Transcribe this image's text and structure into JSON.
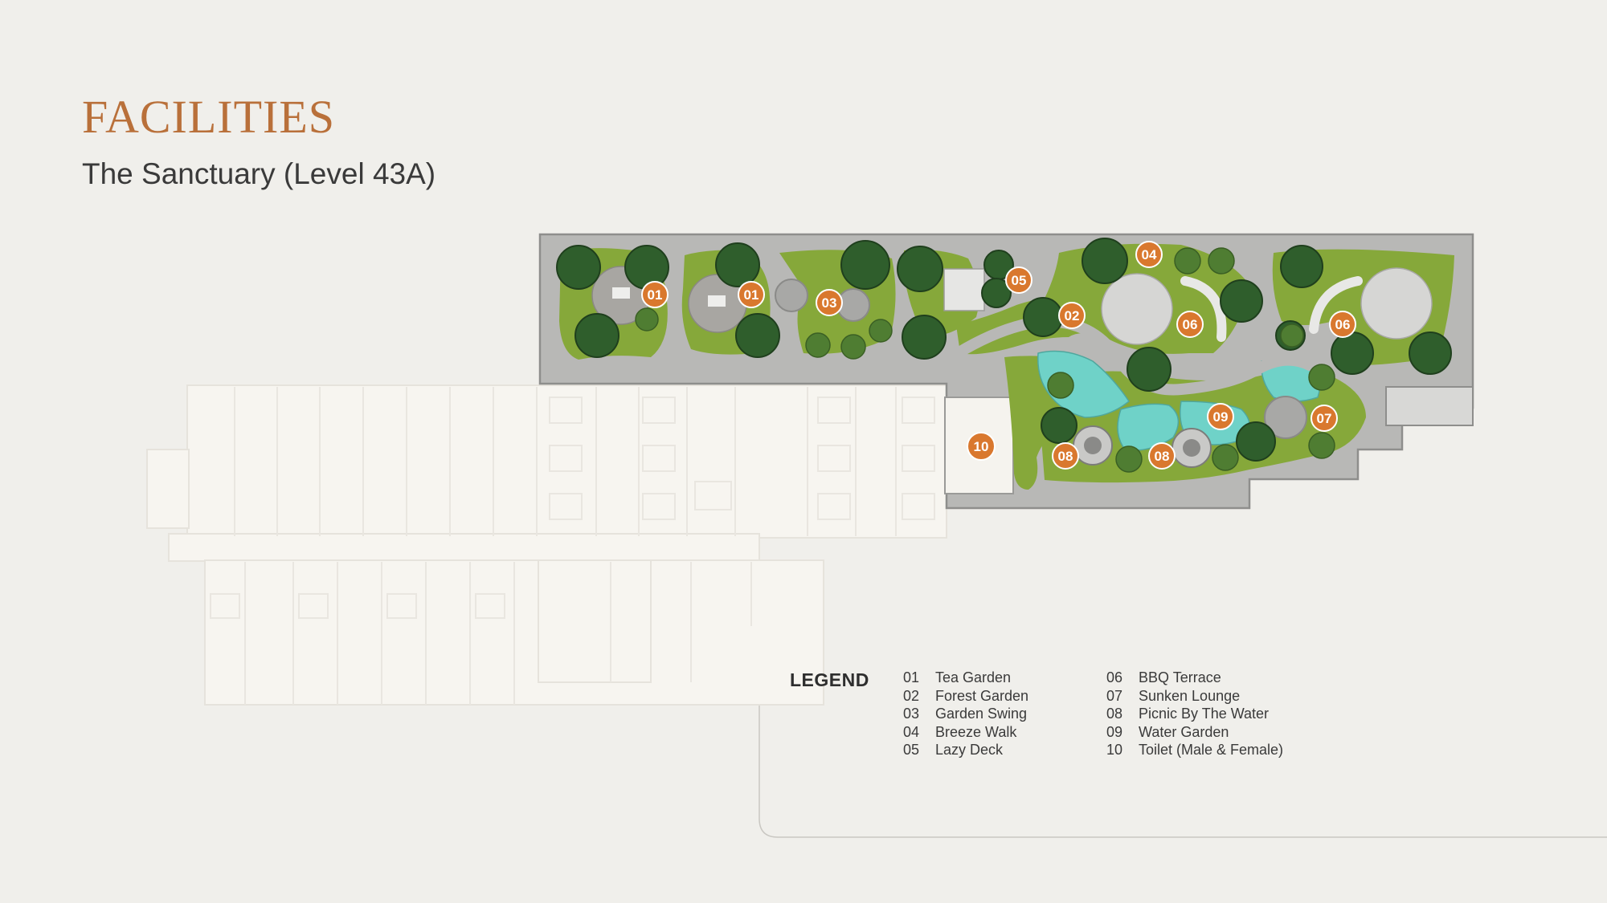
{
  "header": {
    "title": "FACILITIES",
    "subtitle": "The Sanctuary (Level 43A)"
  },
  "colors": {
    "accent": "#b9703a",
    "marker": "#d9782e",
    "lawn": "#86a83a",
    "water": "#6fd2c8",
    "paving": "#b8b8b6",
    "tree": "#2f5e2c",
    "building": "#f7f5f0"
  },
  "map": {
    "markers": [
      "01",
      "01",
      "03",
      "04",
      "05",
      "02",
      "06",
      "06",
      "09",
      "07",
      "08",
      "08",
      "10"
    ]
  },
  "legend": {
    "title": "LEGEND",
    "items": [
      {
        "num": "01",
        "label": "Tea Garden"
      },
      {
        "num": "02",
        "label": "Forest Garden"
      },
      {
        "num": "03",
        "label": "Garden Swing"
      },
      {
        "num": "04",
        "label": "Breeze Walk"
      },
      {
        "num": "05",
        "label": "Lazy Deck"
      },
      {
        "num": "06",
        "label": "BBQ Terrace"
      },
      {
        "num": "07",
        "label": "Sunken Lounge"
      },
      {
        "num": "08",
        "label": "Picnic By The Water"
      },
      {
        "num": "09",
        "label": "Water Garden"
      },
      {
        "num": "10",
        "label": "Toilet (Male & Female)"
      }
    ]
  }
}
